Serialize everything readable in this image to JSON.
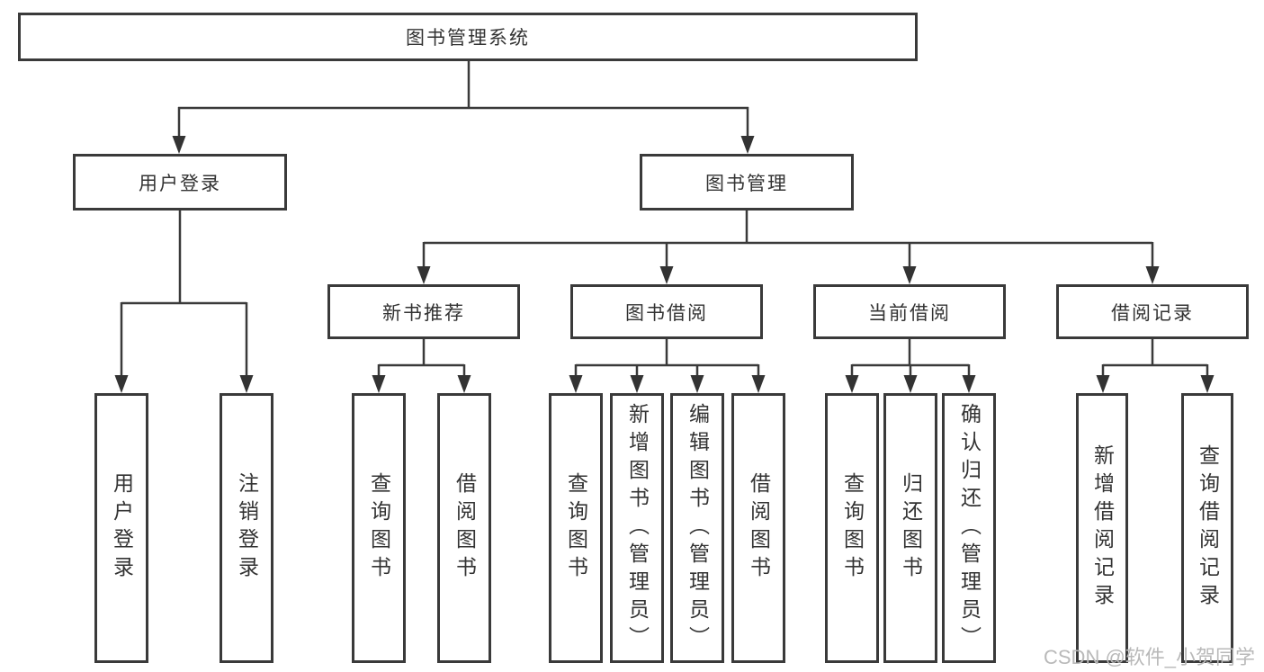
{
  "tree": {
    "root": {
      "label": "图书管理系统"
    },
    "branches": [
      {
        "label": "用户登录",
        "children": [
          {
            "label": "用户登录"
          },
          {
            "label": "注销登录"
          }
        ]
      },
      {
        "label": "图书管理",
        "children": [
          {
            "label": "新书推荐",
            "children": [
              {
                "label": "查询图书"
              },
              {
                "label": "借阅图书"
              }
            ]
          },
          {
            "label": "图书借阅",
            "children": [
              {
                "label": "查询图书"
              },
              {
                "label": "新增图书（管理员）"
              },
              {
                "label": "编辑图书（管理员）"
              },
              {
                "label": "借阅图书"
              }
            ]
          },
          {
            "label": "当前借阅",
            "children": [
              {
                "label": "查询图书"
              },
              {
                "label": "归还图书"
              },
              {
                "label": "确认归还（管理员）"
              }
            ]
          },
          {
            "label": "借阅记录",
            "children": [
              {
                "label": "新增借阅记录"
              },
              {
                "label": "查询借阅记录"
              }
            ]
          }
        ]
      }
    ]
  },
  "watermark": {
    "text": "CSDN @软件_小贺同学"
  },
  "colors": {
    "line": "#3a3a3a",
    "border": "#3a3a3a",
    "text": "#333333",
    "watermark": "#b9b9b9",
    "background": "#ffffff"
  }
}
